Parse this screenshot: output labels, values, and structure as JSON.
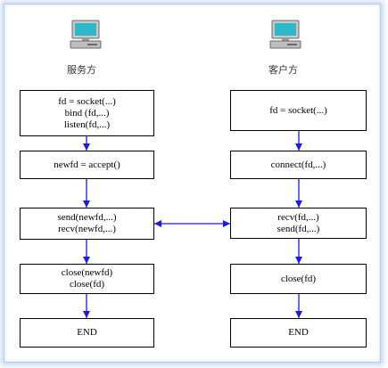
{
  "server": {
    "label": "服务方",
    "icon": "computer-icon",
    "steps": [
      {
        "lines": [
          "fd = socket(...)",
          "bind (fd,...)",
          "listen(fd,...)"
        ]
      },
      {
        "lines": [
          "newfd = accept()"
        ]
      },
      {
        "lines": [
          "send(newfd,...)",
          "recv(newfd,...)"
        ]
      },
      {
        "lines": [
          "close(newfd)",
          "close(fd)"
        ]
      },
      {
        "lines": [
          "END"
        ]
      }
    ]
  },
  "client": {
    "label": "客户方",
    "icon": "computer-icon",
    "steps": [
      {
        "lines": [
          "fd = socket(...)"
        ]
      },
      {
        "lines": [
          "connect(fd,...)"
        ]
      },
      {
        "lines": [
          "recv(fd,...)",
          "send(fd,...)"
        ]
      },
      {
        "lines": [
          "close(fd)"
        ]
      },
      {
        "lines": [
          "END"
        ]
      }
    ]
  },
  "colors": {
    "arrow": "#1a1ae6",
    "frame": "#b9cce8",
    "monitor_screen": "#2fb8c8"
  }
}
